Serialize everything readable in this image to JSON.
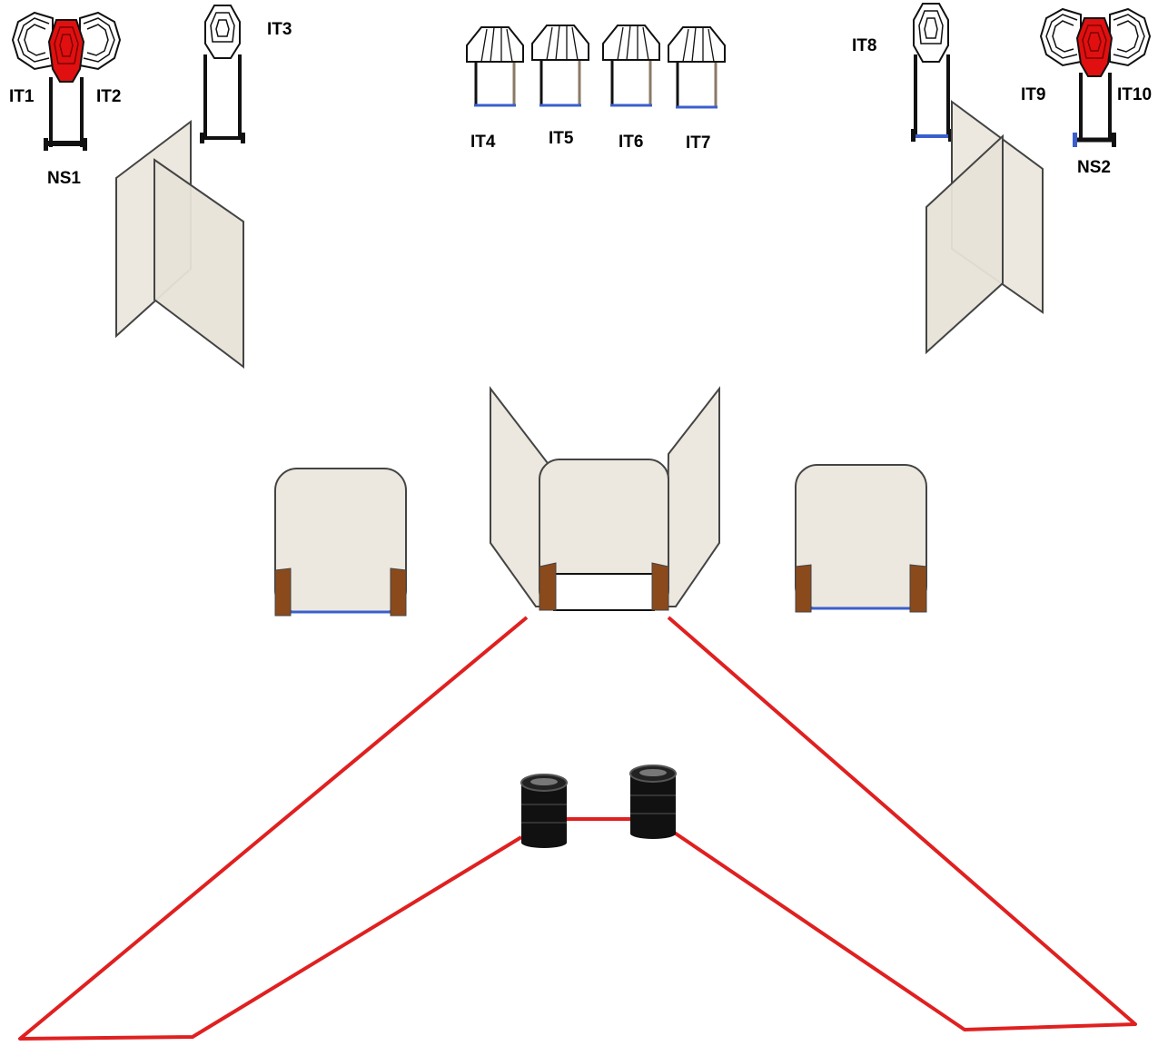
{
  "labels": {
    "it1": "IT1",
    "it2": "IT2",
    "it3": "IT3",
    "it4": "IT4",
    "it5": "IT5",
    "it6": "IT6",
    "it7": "IT7",
    "it8": "IT8",
    "it9": "IT9",
    "it10": "IT10",
    "ns1": "NS1",
    "ns2": "NS2"
  },
  "colors": {
    "no_shoot_head": "#e01010",
    "target_outline": "#111111",
    "wall_fill": "#ece8df",
    "wall_stroke": "#444444",
    "barrel": "#111111",
    "fault_line": "#e02020",
    "base_line": "#3a5fcd",
    "post_wood": "#8b4a1c"
  }
}
